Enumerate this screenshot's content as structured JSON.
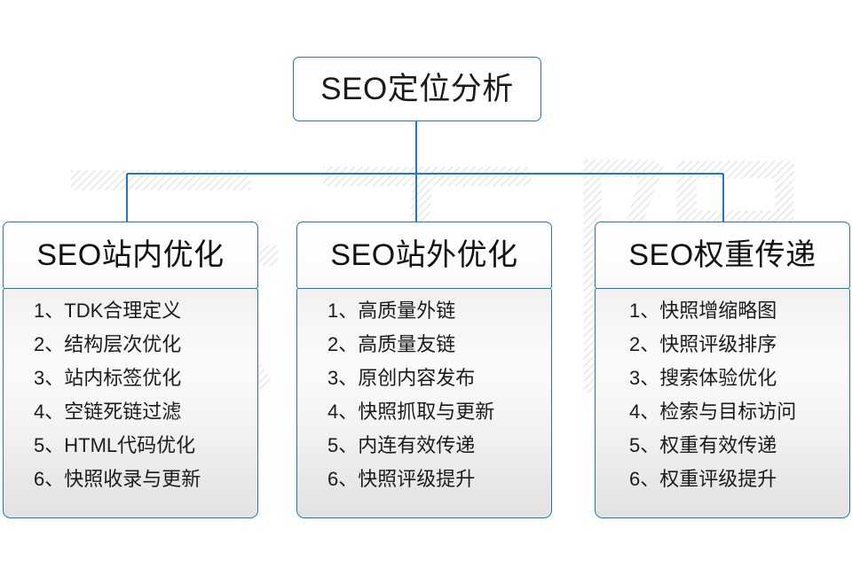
{
  "diagram": {
    "title_node": {
      "label": "SEO定位分析"
    },
    "columns": [
      {
        "header": "SEO站内优化",
        "items": [
          {
            "index": "1、",
            "text": "TDK合理定义"
          },
          {
            "index": "2、",
            "text": "结构层次优化"
          },
          {
            "index": "3、",
            "text": "站内标签优化"
          },
          {
            "index": "4、",
            "text": "空链死链过滤"
          },
          {
            "index": "5、",
            "text": "HTML代码优化"
          },
          {
            "index": "6、",
            "text": "快照收录与更新"
          }
        ]
      },
      {
        "header": "SEO站外优化",
        "items": [
          {
            "index": "1、",
            "text": "高质量外链"
          },
          {
            "index": "2、",
            "text": "高质量友链"
          },
          {
            "index": "3、",
            "text": "原创内容发布"
          },
          {
            "index": "4、",
            "text": "快照抓取与更新"
          },
          {
            "index": "5、",
            "text": "内连有效传递"
          },
          {
            "index": "6、",
            "text": "快照评级提升"
          }
        ]
      },
      {
        "header": "SEO权重传递",
        "items": [
          {
            "index": "1、",
            "text": "快照增缩略图"
          },
          {
            "index": "2、",
            "text": "快照评级排序"
          },
          {
            "index": "3、",
            "text": "搜索体验优化"
          },
          {
            "index": "4、",
            "text": "检索与目标访问"
          },
          {
            "index": "5、",
            "text": "权重有效传递"
          },
          {
            "index": "6、",
            "text": "权重评级提升"
          }
        ]
      }
    ]
  },
  "watermark": {
    "text": "云无限"
  },
  "colors": {
    "border_blue": "#1f78c8",
    "connector_blue": "#1f78c8",
    "text_dark": "#1a1a1a",
    "panel_gray": "#f0f0f0",
    "watermark_gray": "#ededed",
    "page_background": "#ffffff"
  }
}
